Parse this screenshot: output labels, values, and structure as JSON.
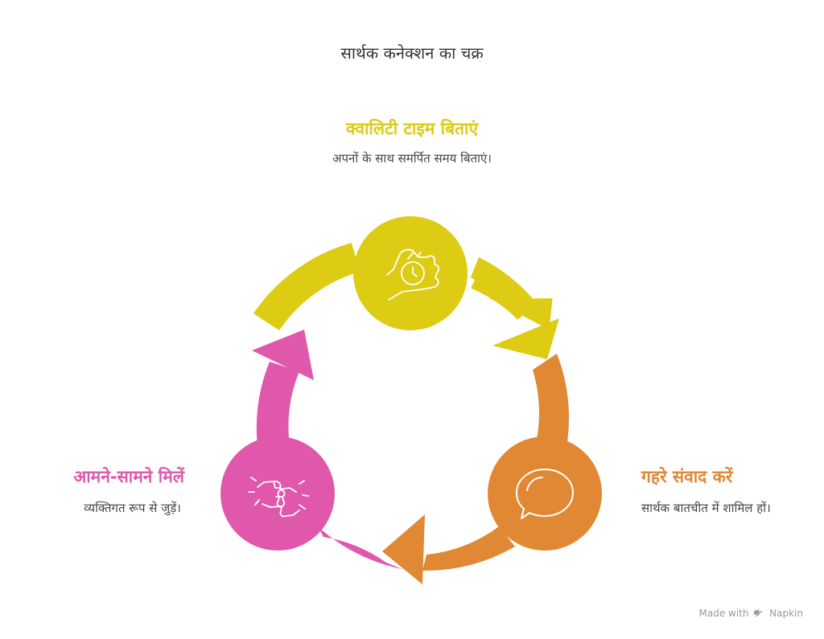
{
  "title": "सार्थक कनेक्शन का चक्र",
  "steps": [
    {
      "heading": "क्वालिटी टाइम बिताएं",
      "description": "अपनों के साथ समर्पित समय बिताएं।",
      "color": "#DDCB14",
      "icon": "clock-hand-icon"
    },
    {
      "heading": "गहरे संवाद करें",
      "description": "सार्थक बातचीत में शामिल हों।",
      "color": "#E08834",
      "icon": "speech-bubble-icon"
    },
    {
      "heading": "आमने-सामने मिलें",
      "description": "व्यक्तिगत रूप से जुड़ें।",
      "color": "#DF58AC",
      "icon": "fist-bump-icon"
    }
  ],
  "watermark": {
    "prefix": "Made with",
    "brand": "Napkin",
    "color": "#9a9a9a"
  }
}
